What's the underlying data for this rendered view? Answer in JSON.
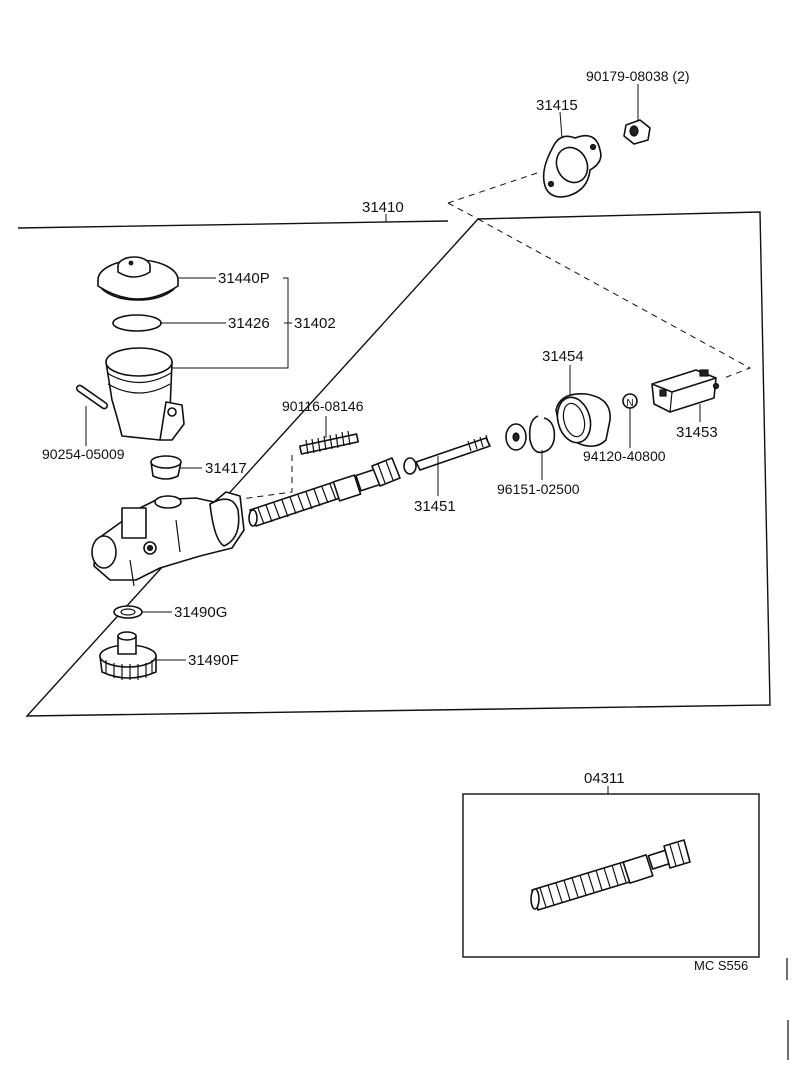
{
  "labels": {
    "p90179": "90179-08038 (2)",
    "p31415": "31415",
    "p31410": "31410",
    "p31440P": "31440P",
    "p31426": "31426",
    "p31402": "31402",
    "p31454": "31454",
    "p90116": "90116-08146",
    "p31453": "31453",
    "p90254": "90254-05009",
    "p31417": "31417",
    "p94120": "94120-40800",
    "p96151": "96151-02500",
    "p31451": "31451",
    "p31490G": "31490G",
    "p31490F": "31490F",
    "p04311": "04311",
    "code": "MC S556"
  },
  "markers": {
    "nut_symbol": "N"
  }
}
